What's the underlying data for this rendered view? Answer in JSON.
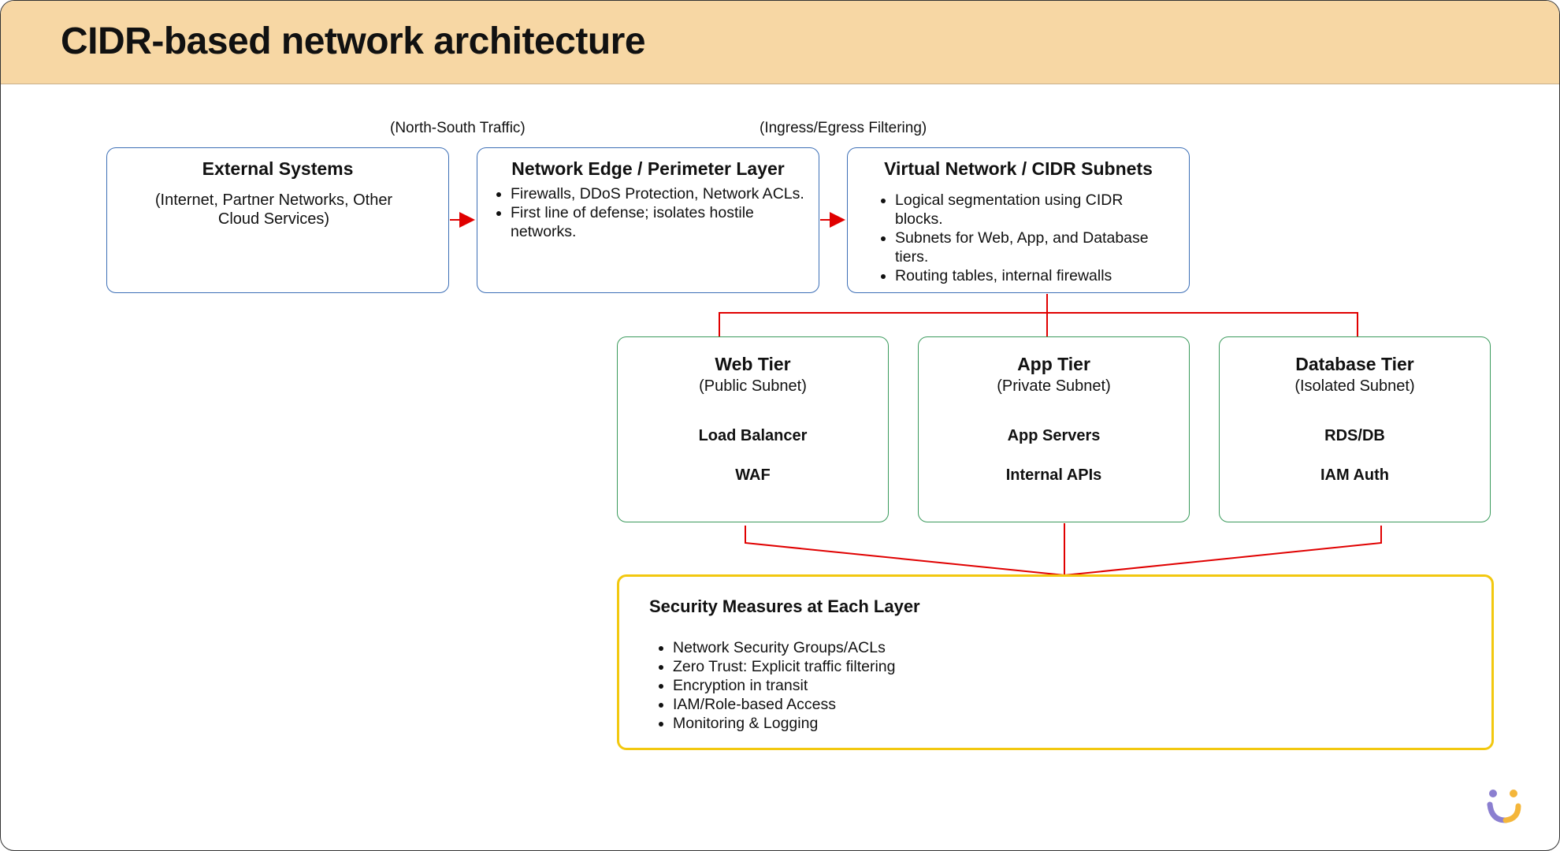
{
  "header": {
    "title": "CIDR-based network architecture"
  },
  "notes": {
    "north_south": "(North-South Traffic)",
    "ingress_egress": "(Ingress/Egress Filtering)"
  },
  "external": {
    "title": "External Systems",
    "subtitle": "(Internet, Partner Networks, Other Cloud Services)"
  },
  "edge": {
    "title": "Network Edge / Perimeter Layer",
    "bullets": [
      "Firewalls, DDoS Protection, Network ACLs.",
      "First line of defense; isolates hostile networks."
    ]
  },
  "vnet": {
    "title": "Virtual Network / CIDR Subnets",
    "bullets": [
      "Logical segmentation using CIDR blocks.",
      "Subnets for Web, App, and Database tiers.",
      "Routing tables, internal firewalls"
    ]
  },
  "tiers": [
    {
      "title": "Web Tier",
      "subtitle": "(Public Subnet)",
      "items": [
        "Load Balancer",
        "WAF"
      ]
    },
    {
      "title": "App Tier",
      "subtitle": "(Private Subnet)",
      "items": [
        "App Servers",
        "Internal APIs"
      ]
    },
    {
      "title": "Database Tier",
      "subtitle": "(Isolated Subnet)",
      "items": [
        "RDS/DB",
        "IAM Auth"
      ]
    }
  ],
  "security": {
    "title": "Security Measures at Each Layer",
    "bullets": [
      "Network Security Groups/ACLs",
      "Zero Trust: Explicit traffic filtering",
      "Encryption in transit",
      "IAM/Role-based Access",
      "Monitoring & Logging"
    ]
  },
  "colors": {
    "header_bg": "#f7d7a4",
    "connector": "#e00000",
    "top_box_border": "#3d6fb6",
    "tier_border": "#3a9a5c",
    "security_border": "#f2c80f",
    "logo_purple": "#8b7fd0",
    "logo_orange": "#f4b63a"
  }
}
